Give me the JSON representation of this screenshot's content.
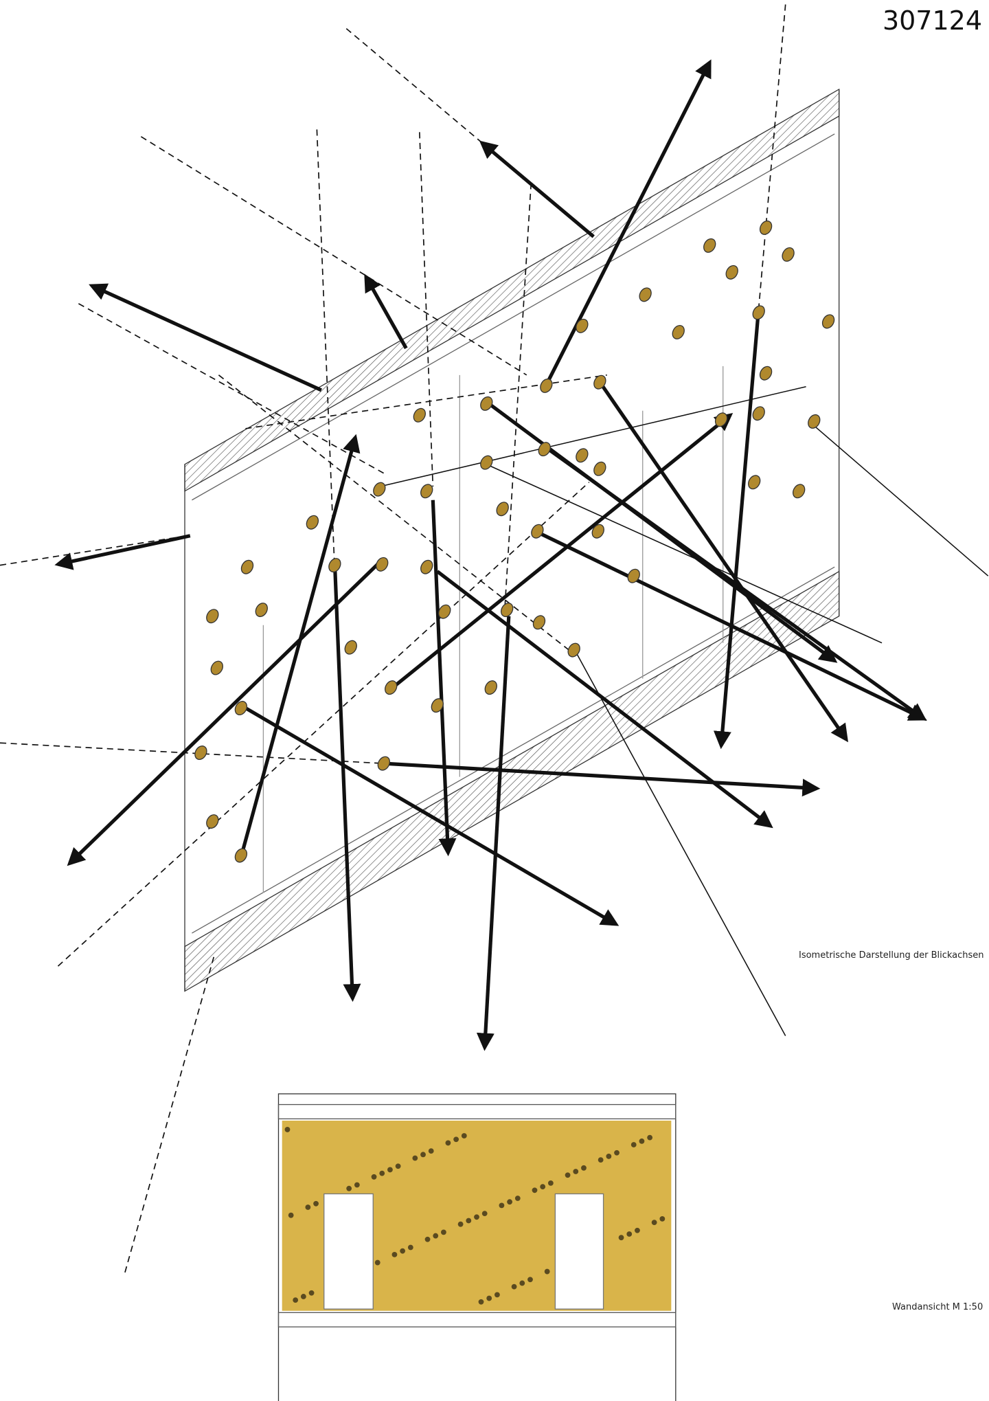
{
  "sheet": {
    "number": "307124"
  },
  "captions": {
    "isometric": "Isometrische Darstellung der Blickachsen",
    "elevation": "Wandansicht M 1:50"
  },
  "colors": {
    "gold": "#d9b44a",
    "hold": "#b0892e",
    "line": "#111111"
  }
}
